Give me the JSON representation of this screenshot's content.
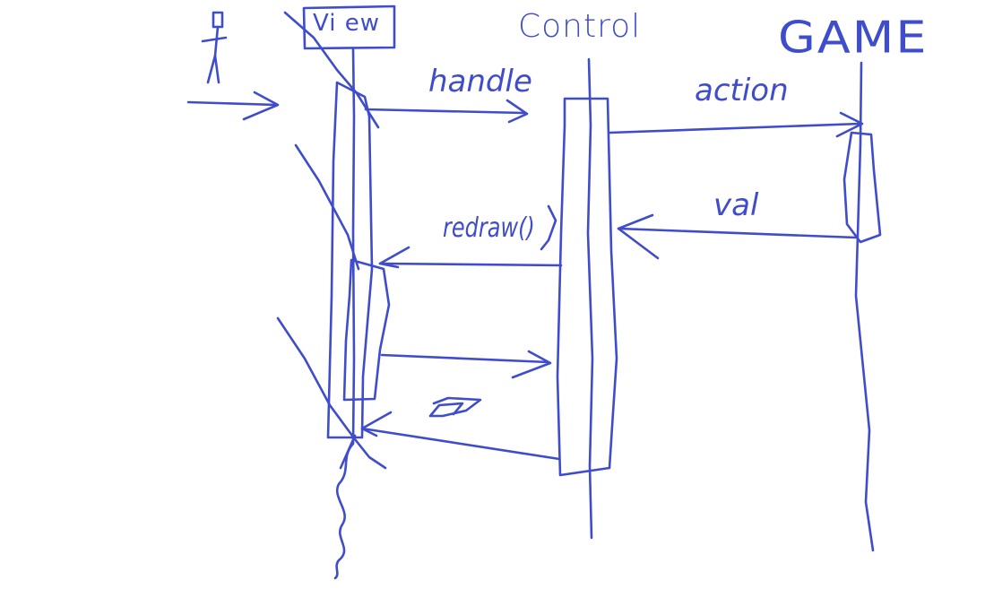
{
  "diagram": {
    "participants": {
      "view": "Vi ew",
      "control": "Control",
      "game": "GAME"
    },
    "messages": {
      "handle": "handle",
      "action": "action",
      "val": "val",
      "redraw": "redraw()"
    },
    "ink_color": "#3f4dcc"
  }
}
